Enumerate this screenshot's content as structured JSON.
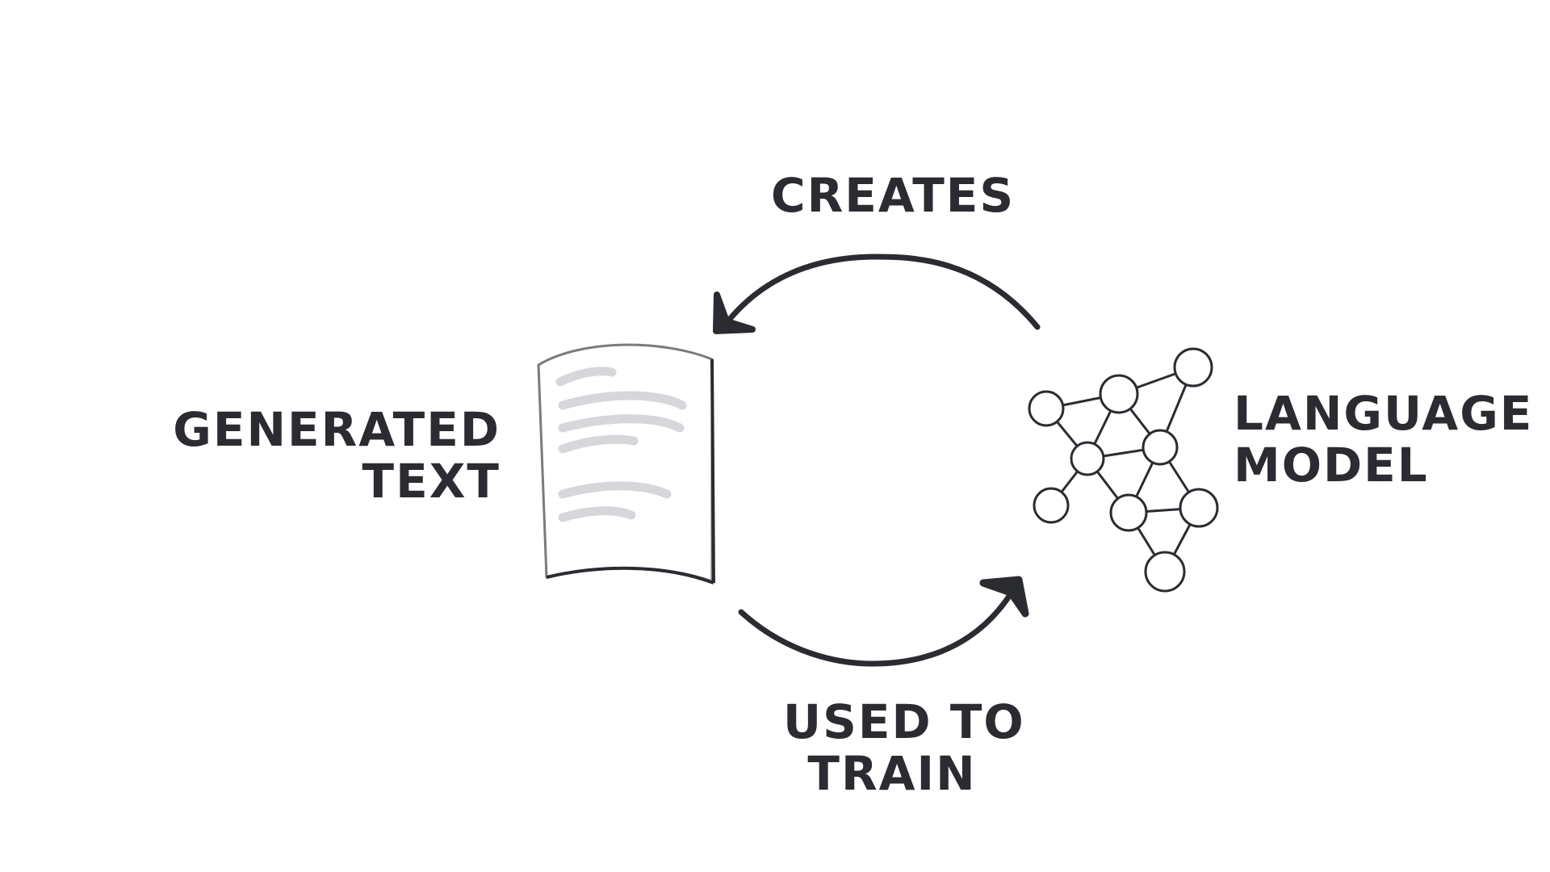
{
  "labels": {
    "creates": "CREATES",
    "generated_text": [
      "GENERATED",
      "TEXT"
    ],
    "language_model": [
      "LANGUAGE",
      "MODEL"
    ],
    "used_to_train": [
      "USED TO",
      "TRAIN"
    ]
  },
  "icons": {
    "document": "document-icon",
    "network": "neural-network-icon",
    "arrow_top": "curved-arrow-left-icon",
    "arrow_bottom": "curved-arrow-right-icon"
  },
  "colors": {
    "ink": "#2b2c31",
    "document_lines": "#d6d7db",
    "document_outline": "#7a7b80",
    "background": "#ffffff"
  }
}
